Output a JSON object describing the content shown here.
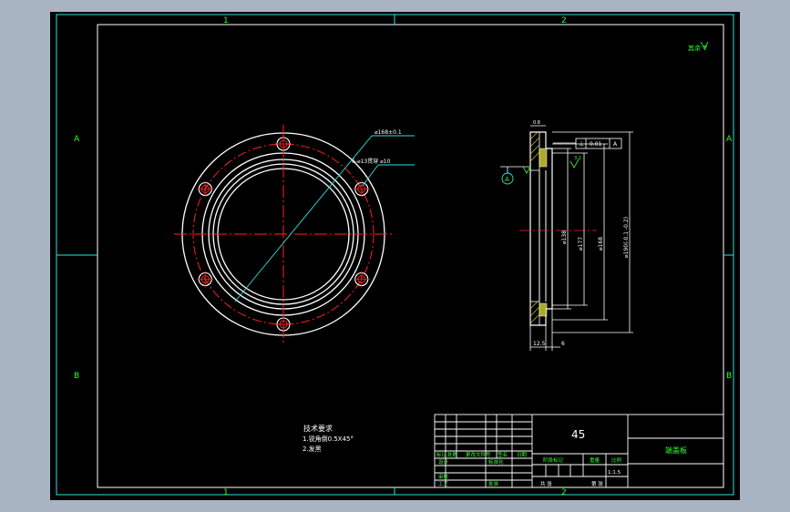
{
  "zone_labels": {
    "col_top": [
      "1",
      "2"
    ],
    "col_bottom": [
      "1",
      "2"
    ],
    "row_left": [
      "A",
      "B"
    ],
    "row_right": [
      "A",
      "B"
    ]
  },
  "roughness_note": "其余 ∇",
  "front_view": {
    "callout_bolt_circle": "⌀168±0.1",
    "callout_holes": "6-⌀13贯穿 ⌀10"
  },
  "section_view": {
    "tolerance_frame": [
      "⊥",
      "0.01",
      "A"
    ],
    "datum_label": "A",
    "roughness": "3.2",
    "dims_vertical": [
      "⌀138",
      "⌀177",
      "⌀168",
      "⌀190(-0.1 -0.2)"
    ],
    "dims_bottom": [
      "12.5",
      "6"
    ],
    "dim_top": "0.8"
  },
  "tech_requirements": {
    "title": "技术要求",
    "items": [
      "1.锐角倒0.5X45°",
      "2.发黑"
    ]
  },
  "title_block": {
    "material": "45",
    "part_name": "端盖板",
    "revision_headers": [
      "标记",
      "处数",
      "更改文件号",
      "签名",
      "日期"
    ],
    "role_labels": [
      "设计",
      "审核",
      "工艺",
      "标准化",
      "批准"
    ],
    "stage_header": "阶段标记",
    "weight_header": "重量",
    "scale_header": "比例",
    "scale_value": "1:1.5",
    "sheet_text": "共 张",
    "sheet_of": "第 张"
  }
}
